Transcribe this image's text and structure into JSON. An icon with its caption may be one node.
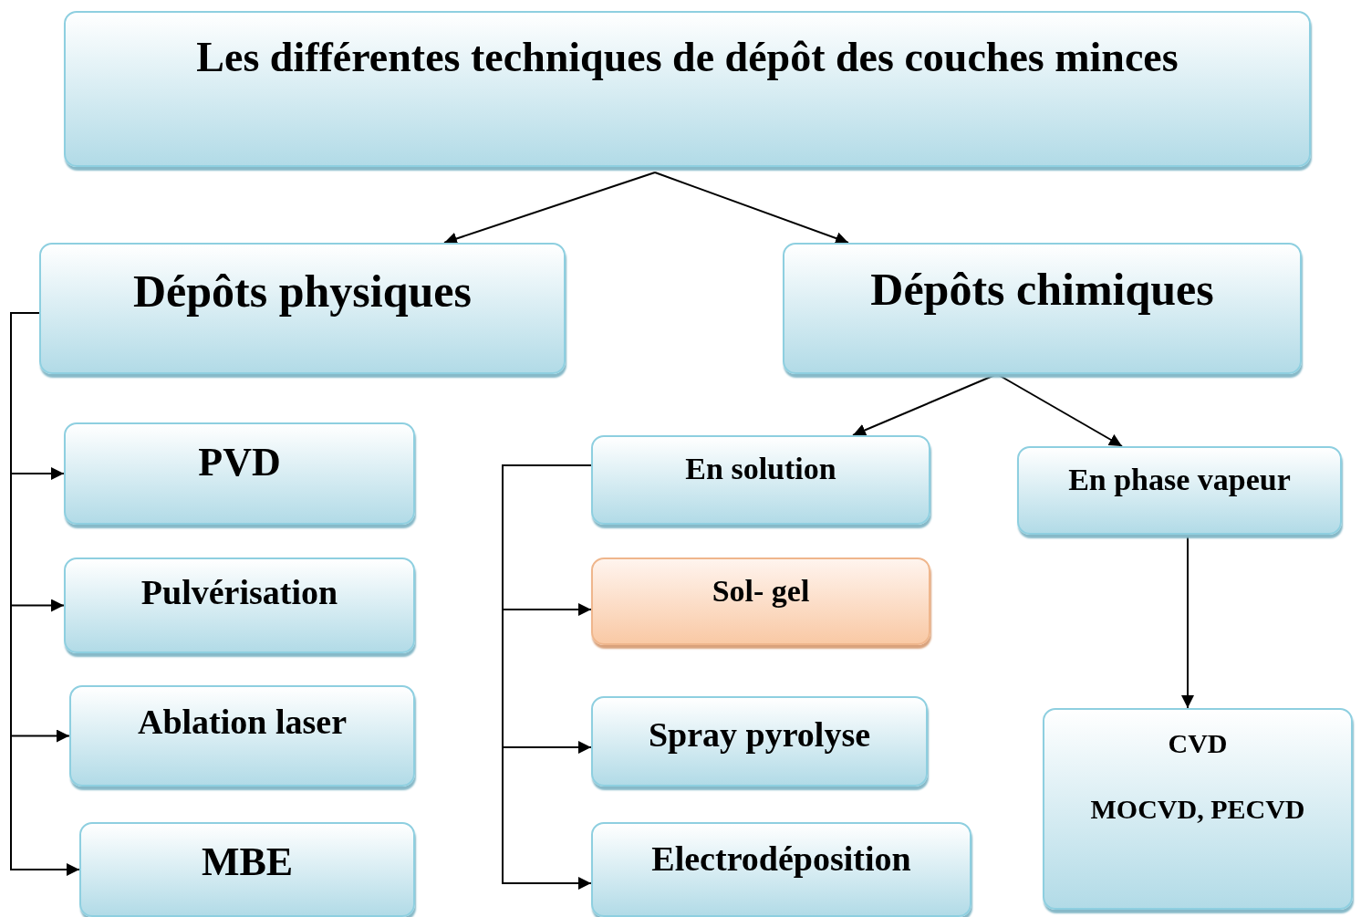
{
  "diagram": {
    "nodes": [
      {
        "text": [
          "Les différentes techniques de dépôt des couches minces"
        ]
      },
      {
        "text": [
          "Dépôts physiques"
        ]
      },
      {
        "text": [
          "Dépôts chimiques"
        ]
      },
      {
        "text": [
          "PVD"
        ]
      },
      {
        "text": [
          "Pulvérisation"
        ]
      },
      {
        "text": [
          "Ablation laser"
        ]
      },
      {
        "text": [
          "MBE"
        ]
      },
      {
        "text": [
          "En solution"
        ]
      },
      {
        "text": [
          "En phase vapeur"
        ]
      },
      {
        "text": [
          "Sol- gel"
        ]
      },
      {
        "text": [
          "Spray pyrolyse"
        ]
      },
      {
        "text": [
          "Electrodéposition"
        ]
      },
      {
        "text": [
          "CVD",
          "MOCVD, PECVD"
        ]
      }
    ],
    "edges": [
      {
        "from": 0,
        "to": 1,
        "arrow": "to"
      },
      {
        "from": 0,
        "to": 2,
        "arrow": "to"
      },
      {
        "from": 1,
        "to": 3,
        "arrow": "to"
      },
      {
        "from": 1,
        "to": 4,
        "arrow": "to"
      },
      {
        "from": 1,
        "to": 5,
        "arrow": "to"
      },
      {
        "from": 1,
        "to": 6,
        "arrow": "to"
      },
      {
        "from": 2,
        "to": 7,
        "arrow": "to"
      },
      {
        "from": 2,
        "to": 8,
        "arrow": "to"
      },
      {
        "from": 7,
        "to": 9,
        "arrow": "to"
      },
      {
        "from": 7,
        "to": 10,
        "arrow": "to"
      },
      {
        "from": 7,
        "to": 11,
        "arrow": "to"
      },
      {
        "from": 8,
        "to": 12,
        "arrow": "to"
      }
    ]
  }
}
